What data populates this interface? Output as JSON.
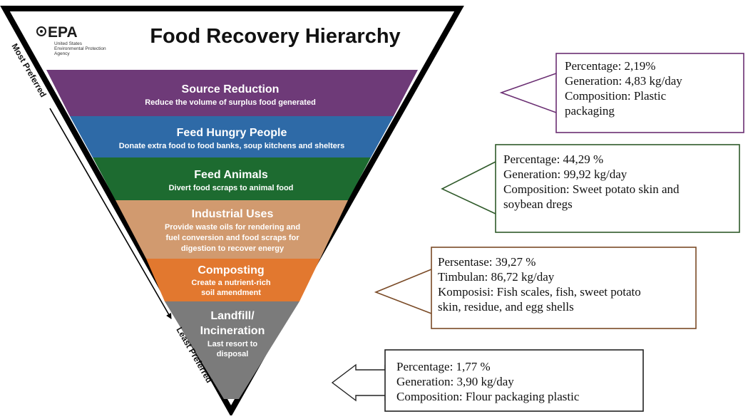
{
  "header": {
    "logo_word": "EPA",
    "agency_lines": [
      "United States",
      "Environmental Protection",
      "Agency"
    ],
    "title": "Food Recovery Hierarchy"
  },
  "axis": {
    "most": "Most Preferred",
    "least": "Least Preferred"
  },
  "tiers": [
    {
      "name": "Source Reduction",
      "desc": [
        "Reduce the volume of surplus food generated"
      ],
      "color": "#6e3a78"
    },
    {
      "name": "Feed Hungry People",
      "desc": [
        "Donate extra food to food banks, soup kitchens and shelters"
      ],
      "color": "#2e6aa7"
    },
    {
      "name": "Feed Animals",
      "desc": [
        "Divert food scraps to animal food"
      ],
      "color": "#1d6b30"
    },
    {
      "name": "Industrial Uses",
      "desc": [
        "Provide waste oils for rendering and",
        "fuel conversion and food scraps for",
        "digestion to recover energy"
      ],
      "color": "#d19a6f"
    },
    {
      "name": "Composting",
      "desc": [
        "Create a nutrient-rich",
        "soil amendment"
      ],
      "color": "#e2782f"
    },
    {
      "name": "Landfill/\nIncineration",
      "desc": [
        "Last resort to",
        "disposal"
      ],
      "color": "#7b7b7b"
    }
  ],
  "callouts": [
    {
      "lines": [
        "Percentage: 2,19%",
        "Generation: 4,83 kg/day",
        "Composition: Plastic",
        "packaging"
      ],
      "color": "#6a2e72"
    },
    {
      "lines": [
        "Percentage: 44,29 %",
        "Generation: 99,92 kg/day",
        "Composition: Sweet potato skin and",
        "soybean dregs"
      ],
      "color": "#2f5a2a"
    },
    {
      "lines": [
        "Persentase: 39,27 %",
        "Timbulan: 86,72 kg/day",
        "Komposisi: Fish scales, fish, sweet potato",
        "skin, residue, and egg shells"
      ],
      "color": "#7a4a26"
    },
    {
      "lines": [
        "Percentage: 1,77 %",
        "Generation: 3,90 kg/day",
        "Composition: Flour packaging plastic"
      ],
      "color": "#222222"
    }
  ]
}
